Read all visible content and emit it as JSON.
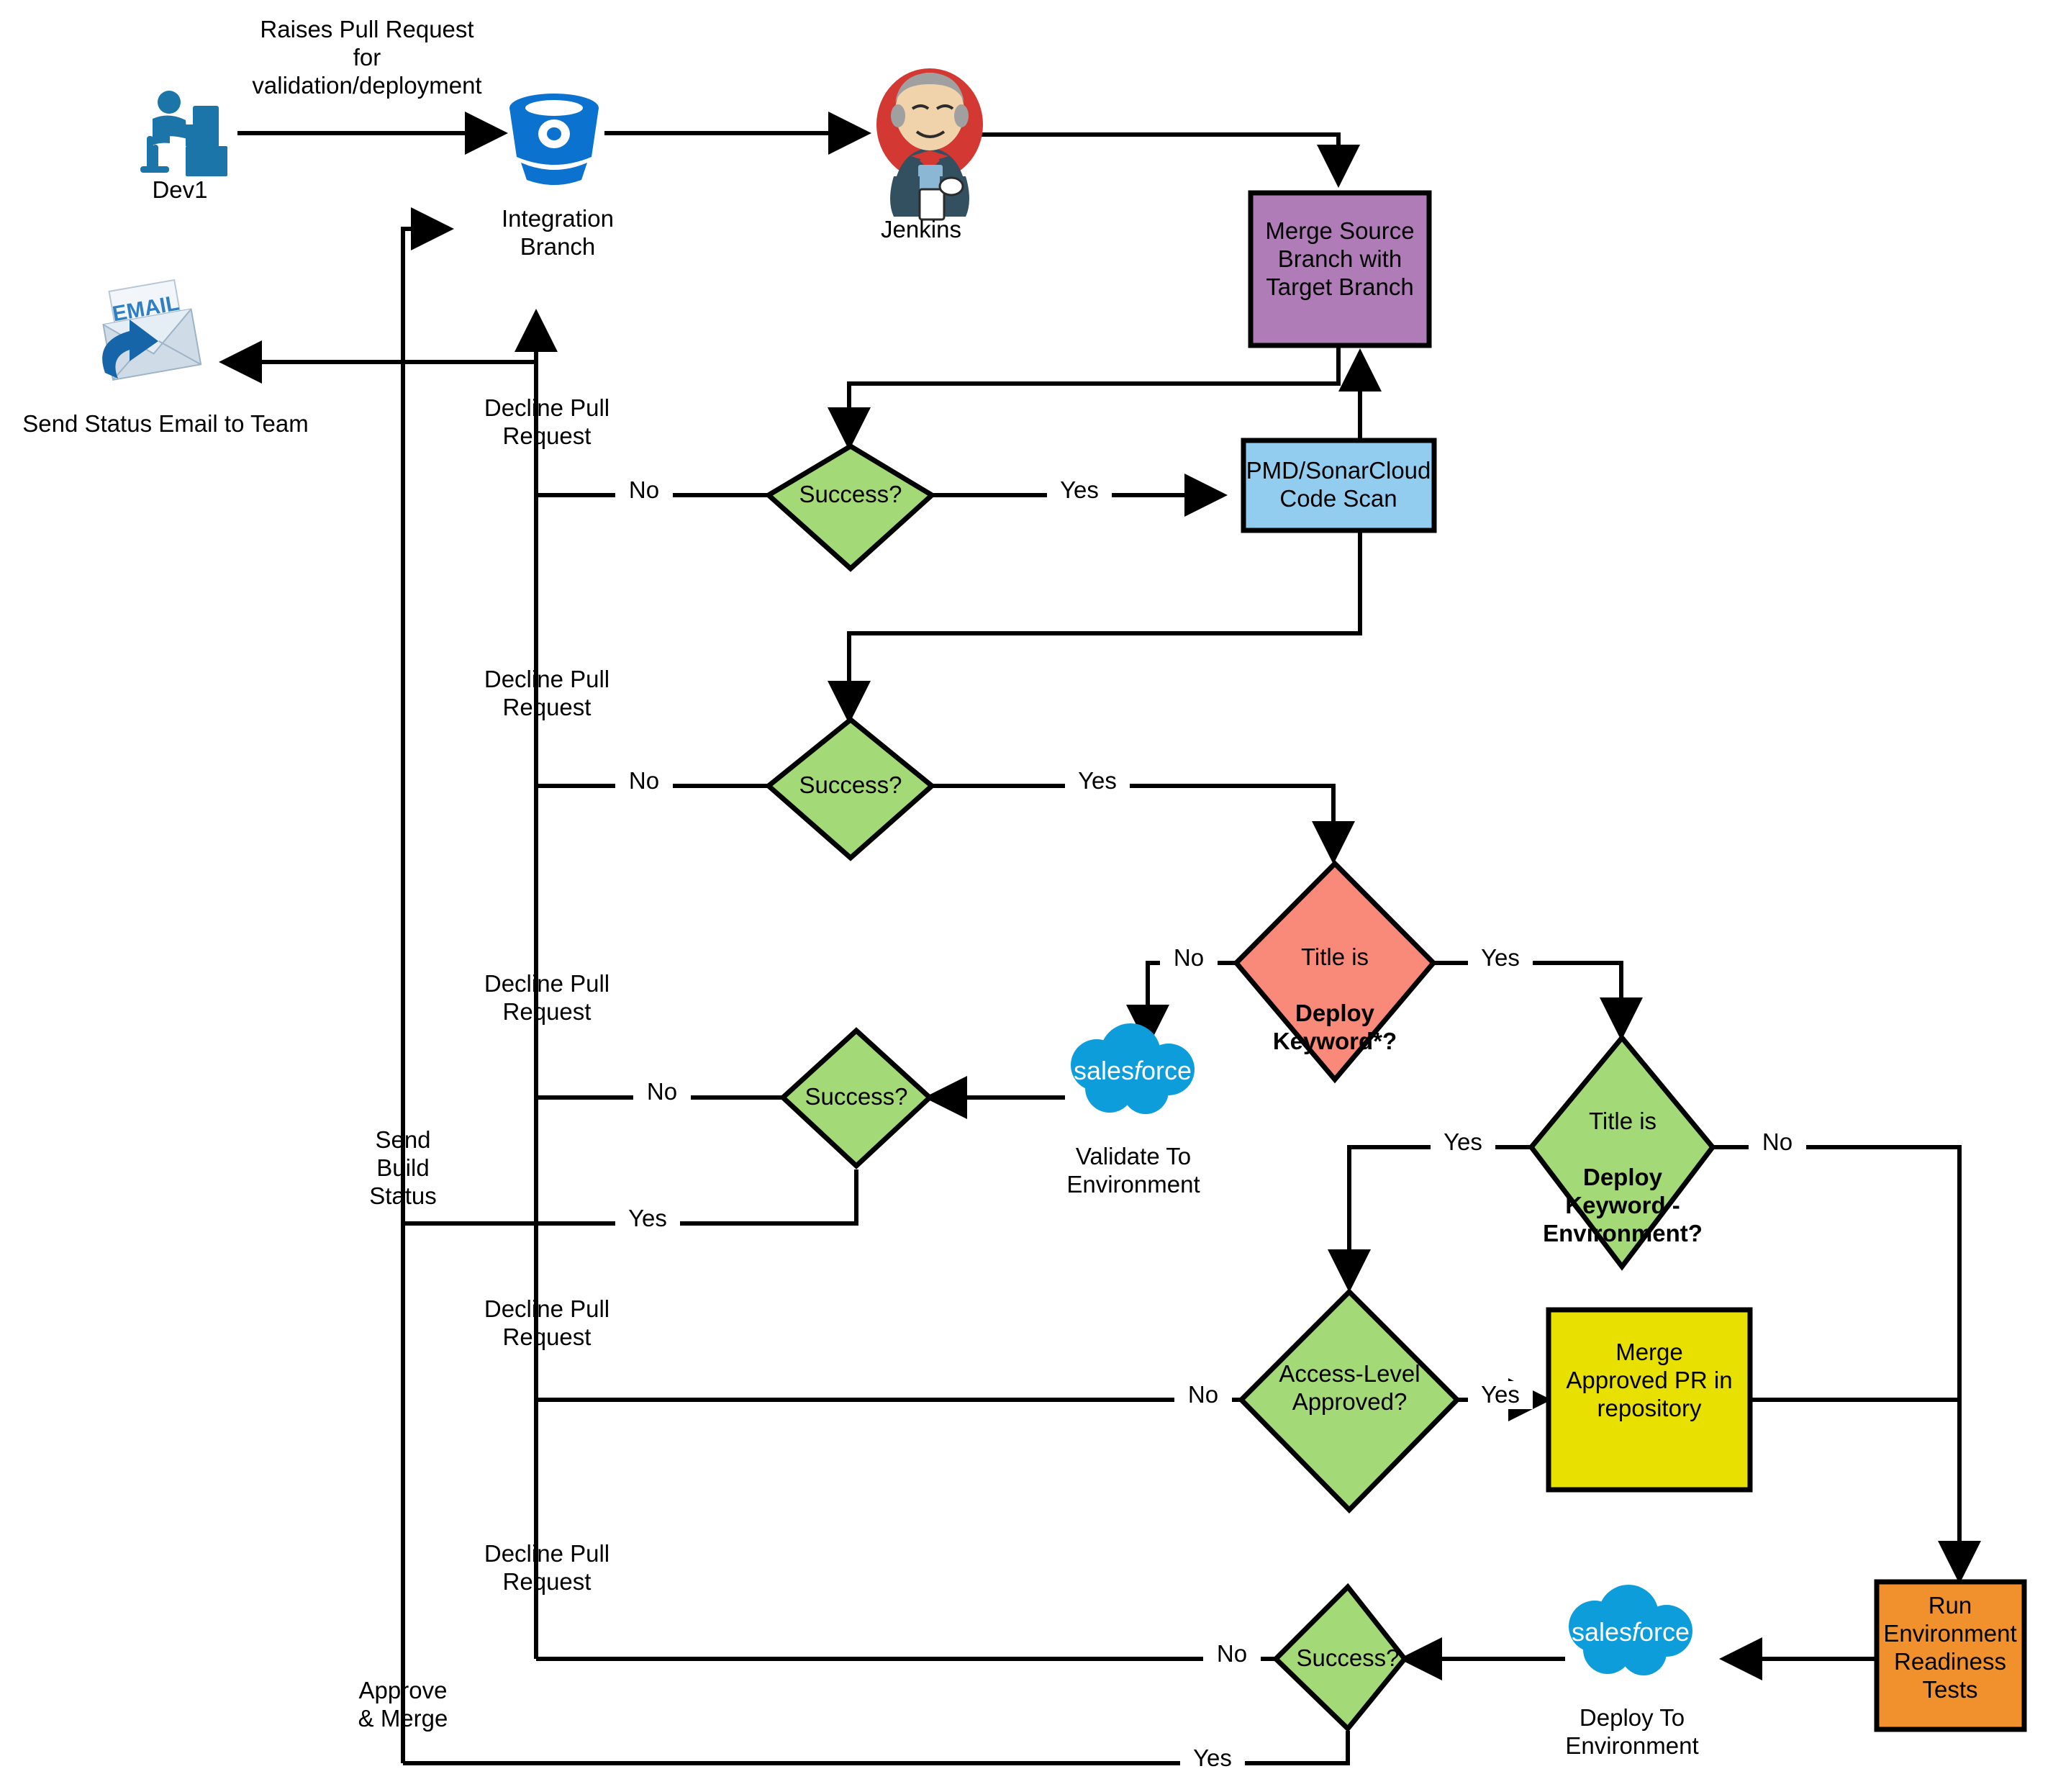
{
  "diagram": {
    "title": "Salesforce CI/CD Pull Request Validation and Deployment Flow",
    "colors": {
      "green": "#a3d977",
      "purple": "#b07cb8",
      "blue": "#92cdf0",
      "red": "#f98a7a",
      "yellow": "#e8e000",
      "orange": "#f0912d",
      "salesforce_blue": "#0d9dda",
      "stroke": "#000000",
      "background": "#ffffff"
    },
    "actors": {
      "dev": {
        "label": "Dev1",
        "icon": "developer-at-desk-icon"
      },
      "repo": {
        "label": "Integration\nBranch",
        "icon": "bitbucket-repo-icon"
      },
      "ci": {
        "label": "Jenkins",
        "icon": "jenkins-butler-icon"
      },
      "email": {
        "label": "Send Status Email to Team",
        "icon": "email-envelope-icon"
      }
    },
    "nodes": [
      {
        "id": "merge-source",
        "shape": "rect",
        "label": "Merge Source\nBranch with\nTarget Branch",
        "color": "purple"
      },
      {
        "id": "success-1",
        "shape": "diamond",
        "label": "Success?",
        "color": "green"
      },
      {
        "id": "code-scan",
        "shape": "rect",
        "label": "PMD/SonarCloud\nCode Scan",
        "color": "blue"
      },
      {
        "id": "success-2",
        "shape": "diamond",
        "label": "Success?",
        "color": "green"
      },
      {
        "id": "deploy-keyword",
        "shape": "diamond",
        "label_plain": "Title is",
        "label_bold": "Deploy\nKeyword*?",
        "color": "red"
      },
      {
        "id": "validate-sf",
        "shape": "cloud",
        "label": "Validate To\nEnvironment",
        "color": "salesforce_blue",
        "brand": "salesforce"
      },
      {
        "id": "success-3",
        "shape": "diamond",
        "label": "Success?",
        "color": "green"
      },
      {
        "id": "deploy-keyword-env",
        "shape": "diamond",
        "label_plain": "Title is",
        "label_bold": "Deploy\nKeyword -\nEnvironment?",
        "color": "green"
      },
      {
        "id": "access-level",
        "shape": "diamond",
        "label": "Access-Level\nApproved?",
        "color": "green"
      },
      {
        "id": "merge-pr",
        "shape": "rect",
        "label": "Merge\nApproved PR in\nrepository",
        "color": "yellow"
      },
      {
        "id": "readiness-tests",
        "shape": "rect",
        "label": "Run\nEnvironment\nReadiness\nTests",
        "color": "orange"
      },
      {
        "id": "deploy-sf",
        "shape": "cloud",
        "label": "Deploy To\nEnvironment",
        "color": "salesforce_blue",
        "brand": "salesforce"
      },
      {
        "id": "success-4",
        "shape": "diamond",
        "label": "Success?",
        "color": "green"
      }
    ],
    "edge_labels": {
      "raises_pr": "Raises Pull Request\nfor\nvalidation/deployment",
      "decline_1": "Decline Pull\nRequest",
      "decline_2": "Decline Pull\nRequest",
      "decline_3": "Decline Pull\nRequest",
      "decline_4": "Decline Pull\nRequest",
      "decline_5": "Decline Pull\nRequest",
      "send_build_status": "Send\nBuild\nStatus",
      "approve_merge": "Approve\n& Merge",
      "no_1": "No",
      "yes_1": "Yes",
      "no_2": "No",
      "yes_2": "Yes",
      "no_3": "No",
      "yes_3": "Yes",
      "no_4": "No",
      "yes_4": "Yes",
      "no_kw": "No",
      "yes_kw": "Yes",
      "yes_kwenv": "Yes",
      "no_kwenv": "No",
      "no_access": "No",
      "yes_access": "Yes"
    },
    "salesforce_wordmark": {
      "part1": "sales",
      "part2": "f",
      "part3": "orce"
    }
  }
}
